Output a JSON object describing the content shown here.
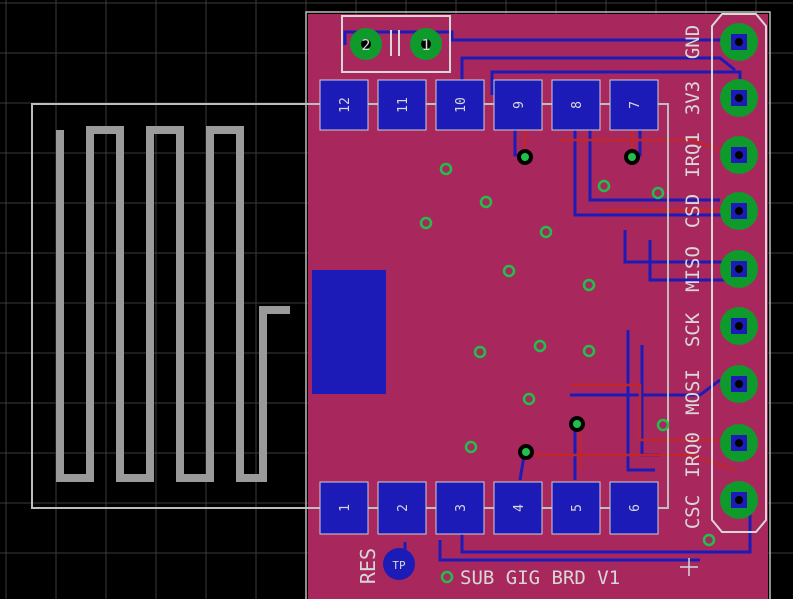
{
  "colors": {
    "background": "#000000",
    "grid": "#3a3a3a",
    "board": "#a8285e",
    "bottom_copper": "#1d1bb8",
    "top_copper": "#c0262a",
    "pad_ring": "#0f9a2c",
    "via": "#22c04a",
    "silkscreen": "#d8d8d8",
    "antenna": "#9a9a9a",
    "outline": "#bdbdbd"
  },
  "capacitor": {
    "pad1": "1",
    "pad2": "2"
  },
  "module_pads_top": [
    "12",
    "11",
    "10",
    "9",
    "8",
    "7"
  ],
  "module_pads_bottom": [
    "1",
    "2",
    "3",
    "4",
    "5",
    "6"
  ],
  "header_labels": [
    "GND",
    "3V3",
    "IRQ1",
    "CSD",
    "MISO",
    "SCK",
    "MOSI",
    "IRQ0",
    "CSC"
  ],
  "testpoint_label": "TP",
  "reset_label": "RES",
  "board_text": "SUB GIG BRD V1"
}
